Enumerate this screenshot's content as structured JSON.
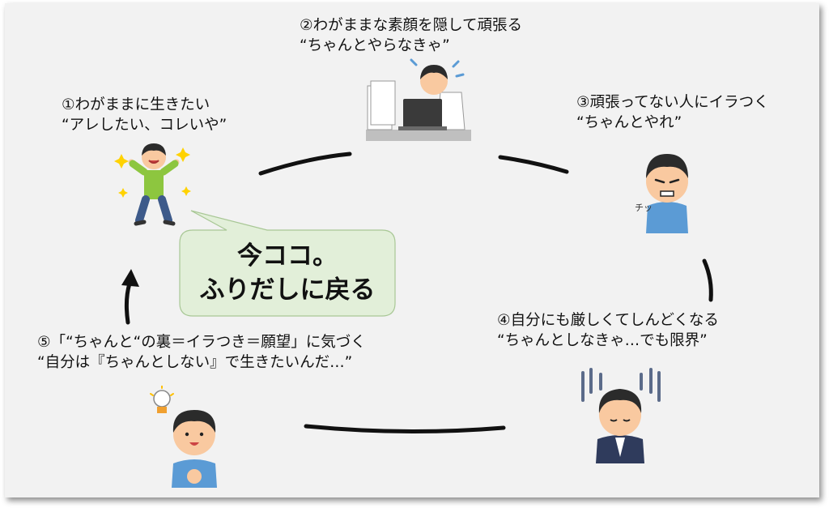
{
  "steps": [
    {
      "line1": "①わがままに生きたい",
      "line2": "“アレしたい、コレいや”"
    },
    {
      "line1": "②わがままな素顔を隠して頑張る",
      "line2": "“ちゃんとやらなきゃ”"
    },
    {
      "line1": "③頑張ってない人にイラつく",
      "line2": "“ちゃんとやれ”"
    },
    {
      "line1": "④自分にも厳しくてしんどくなる",
      "line2": "“ちゃんとしなきゃ…でも限界”"
    },
    {
      "line1": "⑤「“ちゃんと“の裏＝イラつき＝願望」に気づく",
      "line2": "“自分は『ちゃんとしない』で生きたいんだ…”"
    }
  ],
  "callout": {
    "line1": "今ココ。",
    "line2": "ふりだしに戻る"
  },
  "colors": {
    "background": "#f2f2f2",
    "callout_fill": "#e2efd9",
    "callout_stroke": "#a8c795",
    "arrow": "#111111",
    "shirt_green": "#8dc63f",
    "shirt_blue": "#5b9bd5",
    "skin": "#f9c9a0",
    "hair": "#2b2b2b"
  },
  "icons": {
    "stamp_text": "チッ"
  }
}
